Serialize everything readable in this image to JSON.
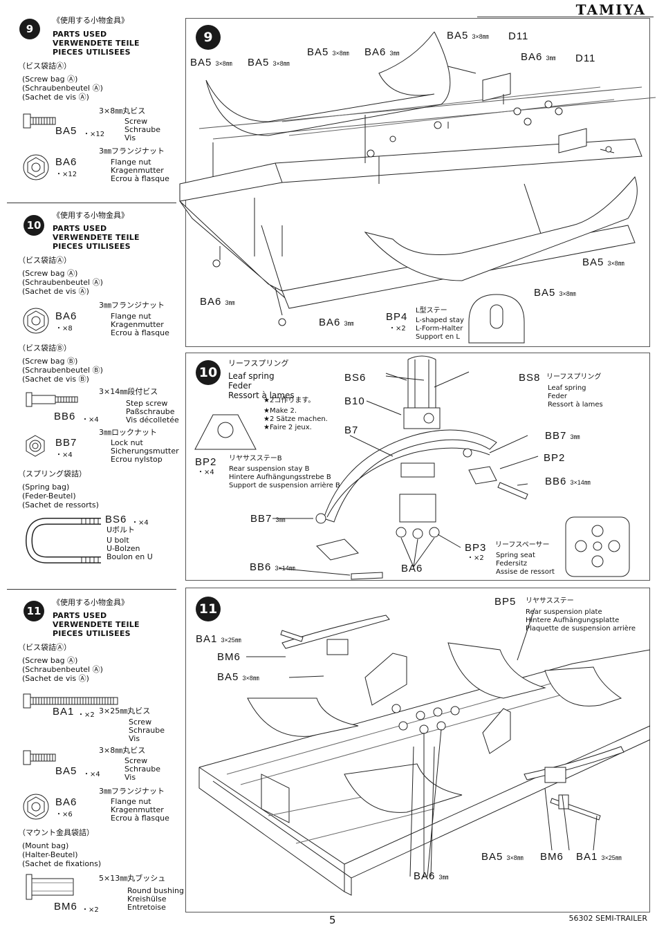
{
  "header": {
    "brand": "TAMIYA"
  },
  "footer": {
    "page_number": "5",
    "model": "56302 SEMI-TRAILER"
  },
  "sidebar": {
    "step9": {
      "num": "9",
      "jp_title": "《使用する小物金具》",
      "en": "PARTS USED",
      "de": "VERWENDETE TEILE",
      "fr": "PIECES UTILISEES",
      "bag_jp": "（ビス袋詰Ⓐ）",
      "bag_en": "(Screw bag Ⓐ)",
      "bag_de": "(Schraubenbeutel Ⓐ)",
      "bag_fr": "(Sachet de vis Ⓐ)",
      "parts": [
        {
          "code": "BA5",
          "qty": "・×12",
          "jp": "3×8㎜丸ビス",
          "names": [
            "Screw",
            "Schraube",
            "Vis"
          ]
        },
        {
          "code": "BA6",
          "qty": "・×12",
          "jp": "3㎜フランジナット",
          "names": [
            "Flange nut",
            "Kragenmutter",
            "Ecrou à flasque"
          ]
        }
      ]
    },
    "step10": {
      "num": "10",
      "jp_title": "《使用する小物金具》",
      "en": "PARTS USED",
      "de": "VERWENDETE TEILE",
      "fr": "PIECES UTILISEES",
      "bagA_jp": "（ビス袋詰Ⓐ）",
      "bagA_en": "(Screw bag Ⓐ)",
      "bagA_de": "(Schraubenbeutel Ⓐ)",
      "bagA_fr": "(Sachet de vis Ⓐ)",
      "partA": {
        "code": "BA6",
        "qty": "・×8",
        "jp": "3㎜フランジナット",
        "names": [
          "Flange nut",
          "Kragenmutter",
          "Ecrou à flasque"
        ]
      },
      "bagB_jp": "（ビス袋詰Ⓑ）",
      "bagB_en": "(Screw bag Ⓑ)",
      "bagB_de": "(Schraubenbeutel Ⓑ)",
      "bagB_fr": "(Sachet de vis Ⓑ)",
      "partB1": {
        "code": "BB6",
        "qty": "・×4",
        "jp": "3×14㎜段付ビス",
        "names": [
          "Step screw",
          "Paßschraube",
          "Vis décolletée"
        ]
      },
      "partB2": {
        "code": "BB7",
        "qty": "・×4",
        "jp": "3㎜ロックナット",
        "names": [
          "Lock nut",
          "Sicherungsmutter",
          "Ecrou nylstop"
        ]
      },
      "bagS_jp": "（スプリング袋詰）",
      "bagS_en": "(Spring bag)",
      "bagS_de": "(Feder-Beutel)",
      "bagS_fr": "(Sachet de ressorts)",
      "partS": {
        "code": "BS6",
        "qty": "・×4",
        "jp": "Uボルト",
        "names": [
          "U bolt",
          "U-Bolzen",
          "Boulon en U"
        ]
      }
    },
    "step11": {
      "num": "11",
      "jp_title": "《使用する小物金具》",
      "en": "PARTS USED",
      "de": "VERWENDETE TEILE",
      "fr": "PIECES UTILISEES",
      "bag_jp": "（ビス袋詰Ⓐ）",
      "bag_en": "(Screw bag Ⓐ)",
      "bag_de": "(Schraubenbeutel Ⓐ)",
      "bag_fr": "(Sachet de vis Ⓐ)",
      "parts": [
        {
          "code": "BA1",
          "qty": "・×2",
          "jp": "3×25㎜丸ビス",
          "names": [
            "Screw",
            "Schraube",
            "Vis"
          ]
        },
        {
          "code": "BA5",
          "qty": "・×4",
          "jp": "3×8㎜丸ビス",
          "names": [
            "Screw",
            "Schraube",
            "Vis"
          ]
        },
        {
          "code": "BA6",
          "qty": "・×6",
          "jp": "3㎜フランジナット",
          "names": [
            "Flange nut",
            "Kragenmutter",
            "Ecrou à flasque"
          ]
        }
      ],
      "mount_jp": "（マウント金具袋詰）",
      "mount_en": "(Mount bag)",
      "mount_de": "(Halter-Beutel)",
      "mount_fr": "(Sachet de fixations)",
      "mount_part": {
        "code": "BM6",
        "qty": "・×2",
        "jp": "5×13㎜丸ブッシュ",
        "names": [
          "Round bushing",
          "Kreishülse",
          "Entretoise"
        ]
      }
    }
  },
  "panel9": {
    "num": "9",
    "callouts": {
      "ba5_a": "BA5",
      "ba5_a_size": "3×8㎜",
      "ba5_b": "BA5",
      "ba5_b_size": "3×8㎜",
      "ba5_c": "BA5",
      "ba5_c_size": "3×8㎜",
      "ba6_a": "BA6",
      "ba6_a_size": "3㎜",
      "ba5_d": "BA5",
      "ba5_d_size": "3×8㎜",
      "d11_a": "D11",
      "ba6_b": "BA6",
      "ba6_b_size": "3㎜",
      "d11_b": "D11",
      "ba5_e": "BA5",
      "ba5_e_size": "3×8㎜",
      "ba5_f": "BA5",
      "ba5_f_size": "3×8㎜",
      "ba6_c": "BA6",
      "ba6_c_size": "3㎜",
      "ba6_d": "BA6",
      "ba6_d_size": "3㎜",
      "bp4": "BP4",
      "bp4_qty": "・×2"
    },
    "bp4_jp": "L型ステー",
    "bp4_names": [
      "L-shaped stay",
      "L-Form-Halter",
      "Support en L"
    ]
  },
  "panel10": {
    "num": "10",
    "title_jp": "リーフスプリング",
    "title_names": [
      "Leaf spring",
      "Feder",
      "Ressort à lames"
    ],
    "make2_jp": "★2コ作ります。",
    "make2_en": "★Make 2.",
    "make2_de": "★2 Sätze machen.",
    "make2_fr": "★Faire 2 jeux.",
    "bp2": "BP2",
    "bp2_qty": "・×4",
    "bp2_jp": "リヤサスステーB",
    "bp2_names": [
      "Rear suspension stay B",
      "Hintere Aufhängungsstrebe B",
      "Support de suspension arrière B"
    ],
    "bs6": "BS6",
    "bs8": "BS8",
    "bs8_jp": "リーフスプリング",
    "bs8_names": [
      "Leaf spring",
      "Feder",
      "Ressort à lames"
    ],
    "b10": "B10",
    "b7": "B7",
    "bb7_a": "BB7",
    "bb7_a_size": "3㎜",
    "bp2_b": "BP2",
    "bb6_a": "BB6",
    "bb6_a_size": "3×14㎜",
    "bb7_b": "BB7",
    "bb7_b_size": "3㎜",
    "bb6_b": "BB6",
    "bb6_b_size": "3×14㎜",
    "bp3": "BP3",
    "bp3_qty": "・×2",
    "bp3_jp": "リーフスペーサー",
    "bp3_names": [
      "Spring seat",
      "Federsitz",
      "Assise de ressort"
    ],
    "ba6": "BA6"
  },
  "panel11": {
    "num": "11",
    "bp5": "BP5",
    "bp5_jp": "リヤサスステー",
    "bp5_names": [
      "Rear suspension plate",
      "Hintere Aufhängungsplatte",
      "Plaquette de suspension arrière"
    ],
    "ba1_a": "BA1",
    "ba1_a_size": "3×25㎜",
    "bm6_a": "BM6",
    "ba5_a": "BA5",
    "ba5_a_size": "3×8㎜",
    "ba5_b": "BA5",
    "ba5_b_size": "3×8㎜",
    "bm6_b": "BM6",
    "ba1_b": "BA1",
    "ba1_b_size": "3×25㎜",
    "ba6": "BA6",
    "ba6_size": "3㎜"
  }
}
